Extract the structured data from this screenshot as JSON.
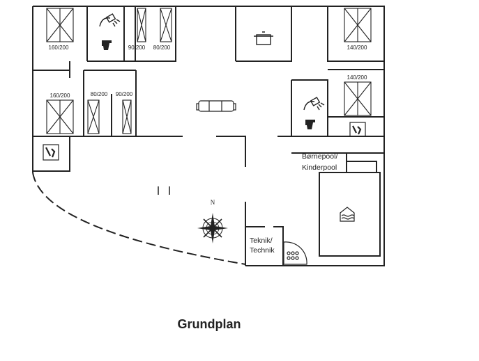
{
  "title": "Grundplan",
  "compass": {
    "north_label": "N"
  },
  "beds": [
    {
      "id": "bed-160-a",
      "label": "160/200"
    },
    {
      "id": "bed-90-a",
      "label": "90/200"
    },
    {
      "id": "bed-80-a",
      "label": "80/200"
    },
    {
      "id": "bed-140-a",
      "label": "140/200"
    },
    {
      "id": "bed-140-b",
      "label": "140/200"
    },
    {
      "id": "bed-160-b",
      "label": "160/200"
    },
    {
      "id": "bed-80-b",
      "label": "80/200"
    },
    {
      "id": "bed-90-b",
      "label": "90/200"
    }
  ],
  "rooms": {
    "pool_line1": "Børnepool/",
    "pool_line2": "Kinderpool",
    "technik_line1": "Teknik/",
    "technik_line2": "Technik"
  },
  "colors": {
    "wall": "#222222",
    "background": "#ffffff"
  }
}
